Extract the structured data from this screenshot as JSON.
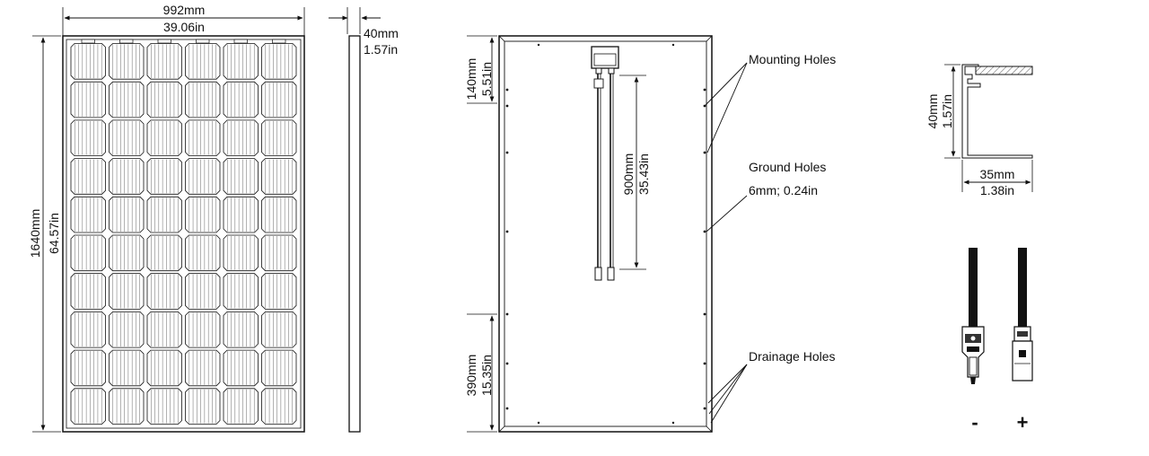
{
  "front": {
    "width_mm": "992mm",
    "width_in": "39.06in",
    "height_mm": "1640mm",
    "height_in": "64.57in",
    "cell_columns": 6,
    "cell_rows": 10
  },
  "side": {
    "thickness_mm": "40mm",
    "thickness_in": "1.57in"
  },
  "back": {
    "top_offset_mm": "140mm",
    "top_offset_in": "5.51in",
    "cable_mm": "900mm",
    "cable_in": "35.43in",
    "bottom_offset_mm": "390mm",
    "bottom_offset_in": "15.35in",
    "mounting_label": "Mounting Holes",
    "ground_label": "Ground Holes",
    "ground_size": "6mm; 0.24in",
    "drainage_label": "Drainage Holes"
  },
  "profile": {
    "height_mm": "40mm",
    "height_in": "1.57in",
    "width_mm": "35mm",
    "width_in": "1.38in"
  },
  "connectors": {
    "negative_symbol": "-",
    "positive_symbol": "+"
  },
  "colors": {
    "line": "#111111",
    "hatch": "#555555",
    "background": "#ffffff"
  }
}
